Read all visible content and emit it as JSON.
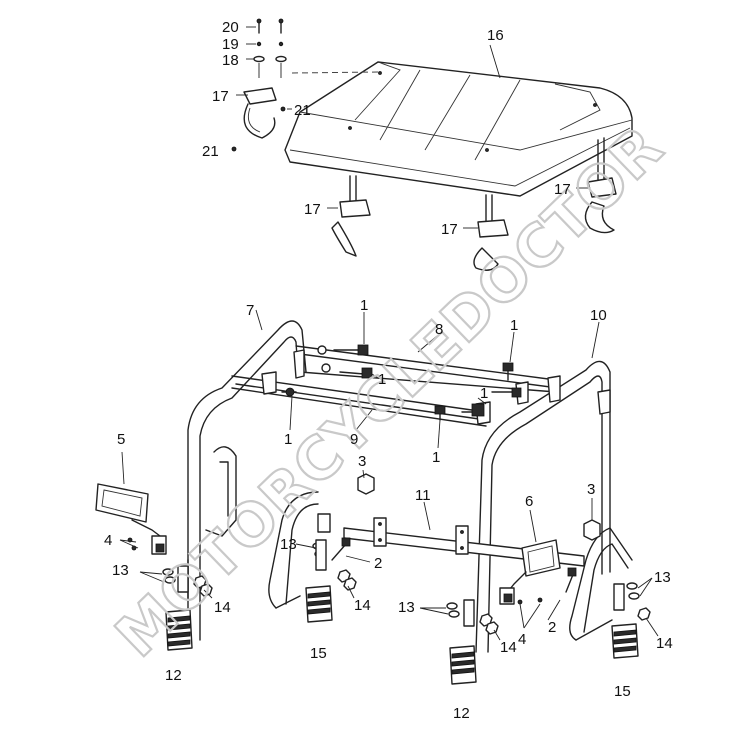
{
  "watermark": "MOTORCYCLEDOCTOR",
  "callouts": {
    "c1a": "1",
    "c1b": "1",
    "c1c": "1",
    "c1d": "1",
    "c1e": "1",
    "c1f": "1",
    "c2a": "2",
    "c2b": "2",
    "c3a": "3",
    "c3b": "3",
    "c4a": "4",
    "c4b": "4",
    "c5": "5",
    "c6": "6",
    "c7": "7",
    "c8": "8",
    "c9": "9",
    "c10": "10",
    "c11": "11",
    "c12a": "12",
    "c12b": "12",
    "c13a": "13",
    "c13b": "13",
    "c13c": "13",
    "c13d": "13",
    "c14a": "14",
    "c14b": "14",
    "c14c": "14",
    "c14d": "14",
    "c15a": "15",
    "c15b": "15",
    "c16": "16",
    "c17a": "17",
    "c17b": "17",
    "c17c": "17",
    "c17d": "17",
    "c18": "18",
    "c19": "19",
    "c20": "20",
    "c21a": "21",
    "c21b": "21"
  }
}
